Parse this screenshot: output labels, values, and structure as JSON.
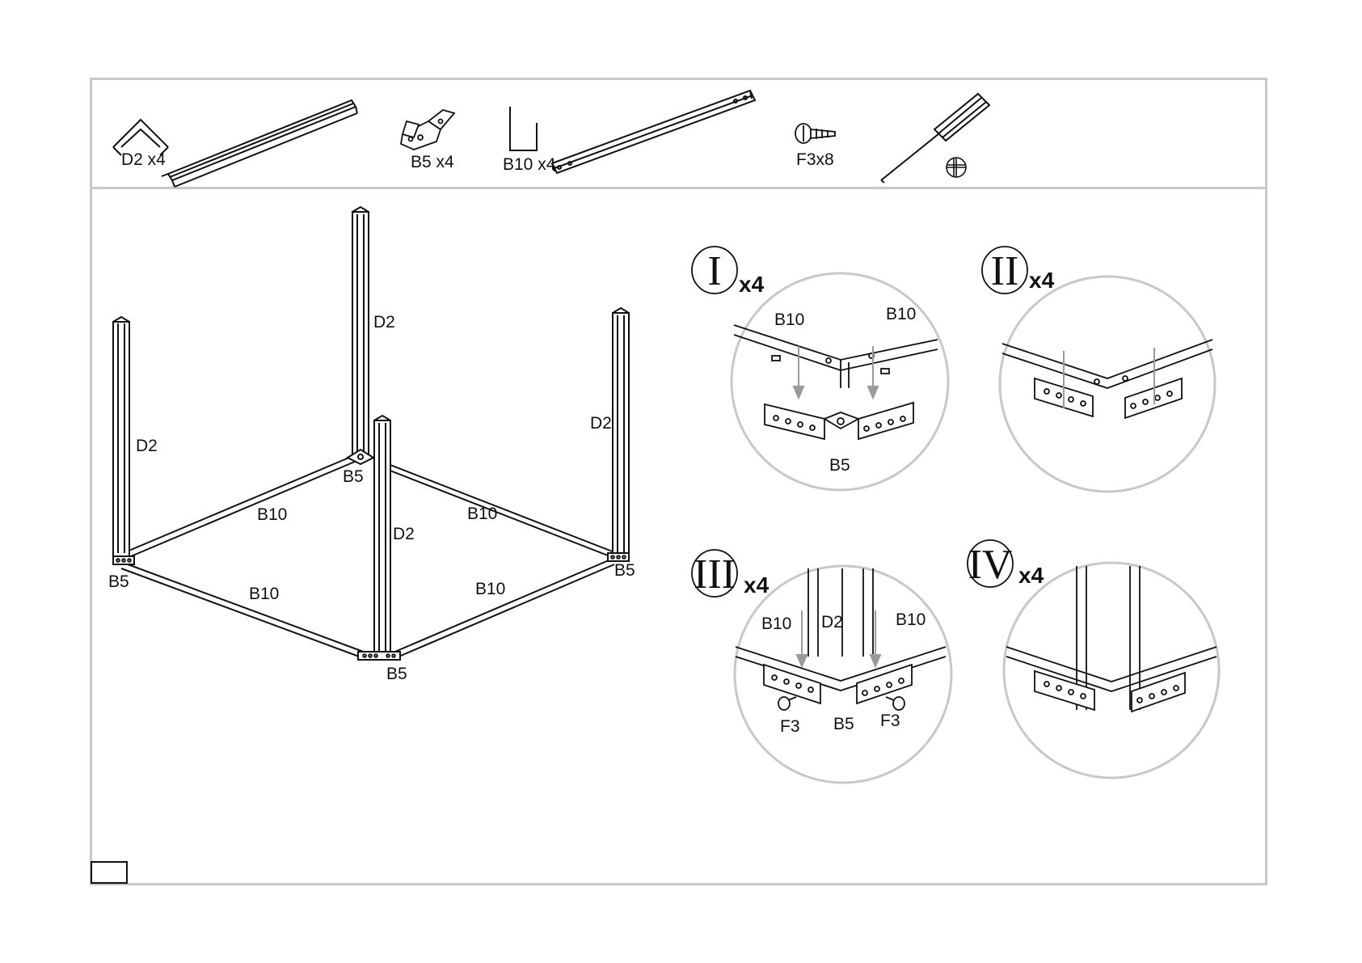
{
  "parts": [
    {
      "label": "D2  x4"
    },
    {
      "label": "B5 x4"
    },
    {
      "label": "B10 x4"
    },
    {
      "label": "F3x8"
    }
  ],
  "main_labels": {
    "d2_back": "D2",
    "d2_left": "D2",
    "d2_right": "D2",
    "d2_front": "D2",
    "b5_back": "B5",
    "b5_left": "B5",
    "b5_right": "B5",
    "b5_front": "B5",
    "b10_back_left": "B10",
    "b10_back_right": "B10",
    "b10_front_left": "B10",
    "b10_front_right": "B10"
  },
  "steps": [
    {
      "numeral": "I",
      "count": "x4",
      "labels": [
        "B10",
        "B10",
        "B5"
      ]
    },
    {
      "numeral": "II",
      "count": "x4",
      "labels": []
    },
    {
      "numeral": "III",
      "count": "x4",
      "labels": [
        "B10",
        "D2",
        "B10",
        "F3",
        "B5",
        "F3"
      ]
    },
    {
      "numeral": "IV",
      "count": "x4",
      "labels": []
    }
  ],
  "icons": [
    "corner-profile-icon",
    "bracket-icon",
    "channel-profile-icon",
    "screw-icon",
    "screwdriver-icon",
    "phillips-symbol-icon"
  ]
}
